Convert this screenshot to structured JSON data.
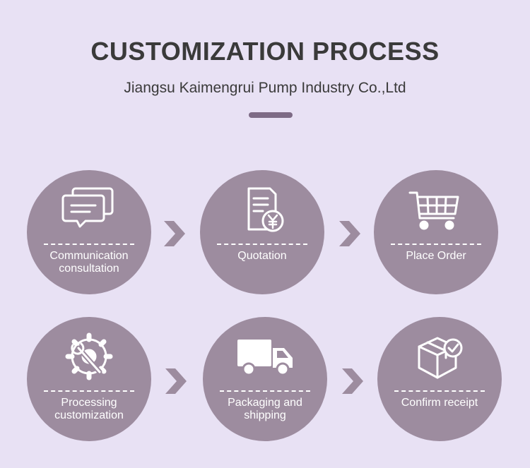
{
  "header": {
    "title": "CUSTOMIZATION PROCESS",
    "subtitle": "Jiangsu Kaimengrui Pump Industry Co.,Ltd"
  },
  "colors": {
    "background": "#e8e1f4",
    "circle": "#9d8c9f",
    "accent": "#7d6a85",
    "arrow": "#9d8c9f"
  },
  "steps": [
    {
      "label": "Communication consultation",
      "icon": "chat-bubbles-icon"
    },
    {
      "label": "Quotation",
      "icon": "invoice-yen-icon"
    },
    {
      "label": "Place Order",
      "icon": "shopping-cart-icon"
    },
    {
      "label": "Processing customization",
      "icon": "gear-wrench-icon"
    },
    {
      "label": "Packaging and shipping",
      "icon": "delivery-truck-icon"
    },
    {
      "label": "Confirm receipt",
      "icon": "box-check-icon"
    }
  ]
}
